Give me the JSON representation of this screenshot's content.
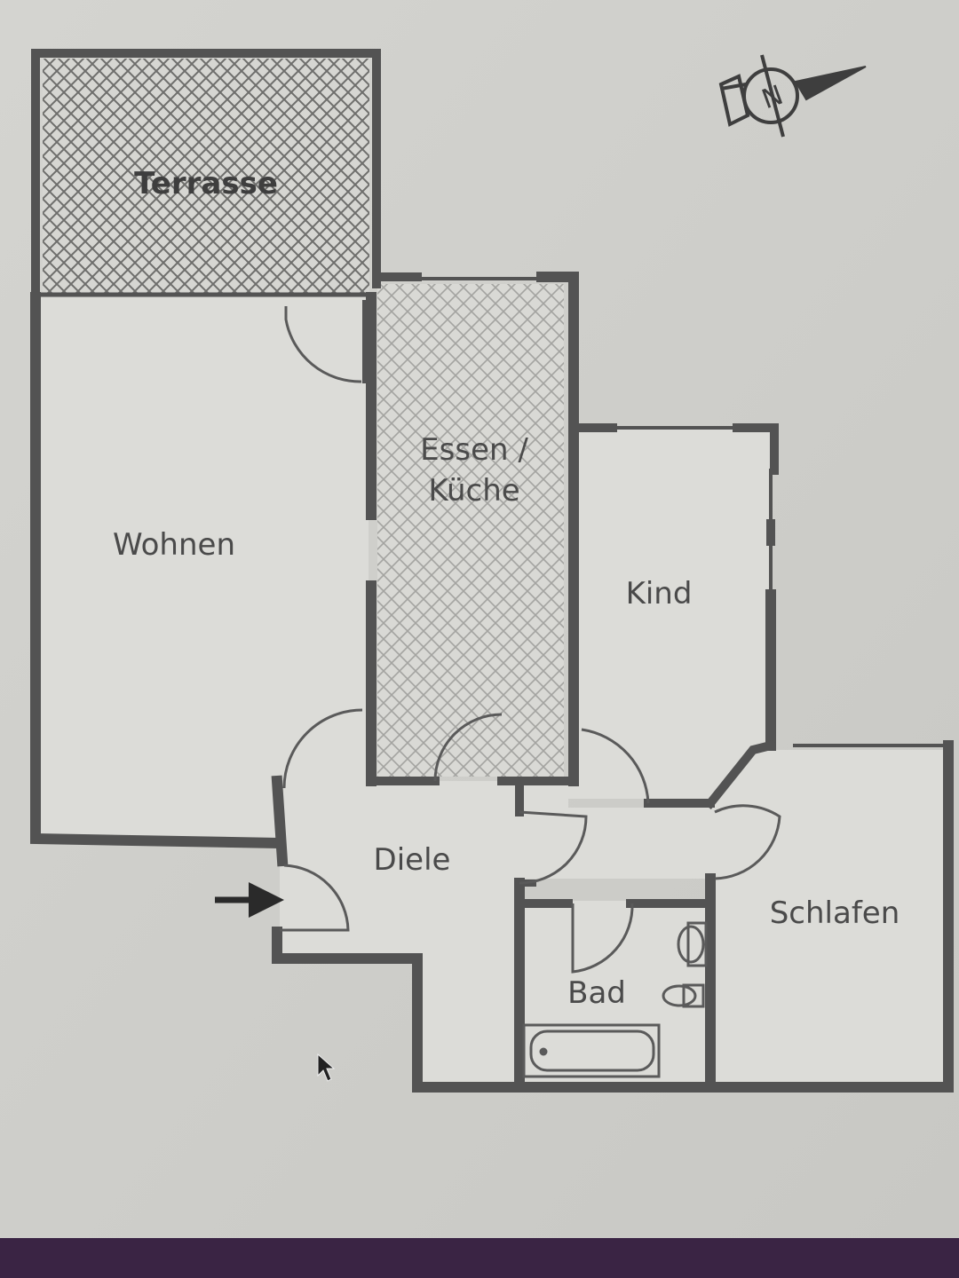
{
  "rooms": {
    "terrasse": "Terrasse",
    "essen_line1": "Essen /",
    "essen_line2": "Küche",
    "wohnen": "Wohnen",
    "kind": "Kind",
    "diele": "Diele",
    "schlafen": "Schlafen",
    "bad": "Bad"
  },
  "compass": {
    "letter": "N"
  },
  "colors": {
    "wall": "#535353",
    "floor": "#dcdcd8",
    "hatch": "#8a8a88",
    "screen_bottom": "#3a2444"
  }
}
